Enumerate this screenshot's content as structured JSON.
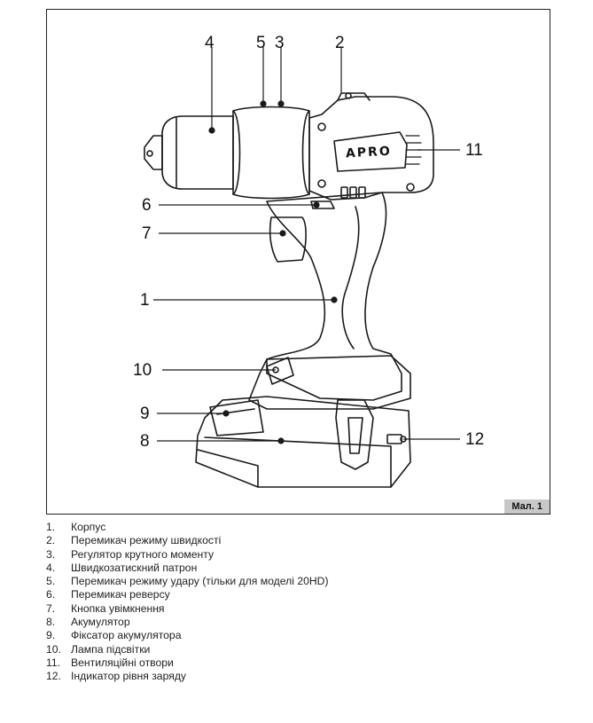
{
  "figure": {
    "label": "Мал. 1",
    "brand": "APRO",
    "callouts": [
      "4",
      "5",
      "3",
      "2",
      "11",
      "6",
      "7",
      "1",
      "10",
      "9",
      "8",
      "12"
    ]
  },
  "legend": [
    {
      "num": "1.",
      "text": "Корпус"
    },
    {
      "num": "2.",
      "text": "Перемикач режиму швидкості"
    },
    {
      "num": "3.",
      "text": "Регулятор крутного моменту"
    },
    {
      "num": "4.",
      "text": "Швидкозатискний патрон"
    },
    {
      "num": "5.",
      "text": "Перемикач режиму удару (тільки для моделі 20HD)"
    },
    {
      "num": "6.",
      "text": "Перемикач реверсу"
    },
    {
      "num": "7.",
      "text": "Кнопка увімкнення"
    },
    {
      "num": "8.",
      "text": "Акумулятор"
    },
    {
      "num": "9.",
      "text": "Фіксатор акумулятора"
    },
    {
      "num": "10.",
      "text": "Лампа підсвітки"
    },
    {
      "num": "11.",
      "text": "Вентиляційні отвори"
    },
    {
      "num": "12.",
      "text": "Індикатор рівня заряду"
    }
  ]
}
